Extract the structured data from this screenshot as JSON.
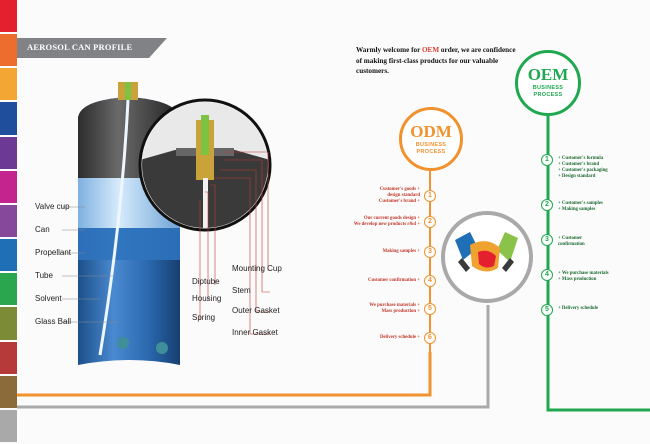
{
  "header": {
    "title": "AEROSOL CAN PROFILE"
  },
  "swatches": [
    "#e4202e",
    "#ec6d2d",
    "#f3a634",
    "#1f4e9c",
    "#6c3a95",
    "#c4248d",
    "#86489b",
    "#1f6fb6",
    "#2aa64f",
    "#7c8b35",
    "#b73a3a",
    "#8b6b3a",
    "#a9a9a9"
  ],
  "can_labels_left": [
    "Valve cup",
    "Can",
    "Propellant",
    "Tube",
    "Solvent",
    "Glass Ball"
  ],
  "can_labels_mid": [
    "Diptube",
    "Housing",
    "Spring"
  ],
  "can_labels_right": [
    "Mounting Cup",
    "Stem",
    "Outer Gasket",
    "Inner Gasket"
  ],
  "welcome": {
    "pre": "Warmly welcome for ",
    "highlight": "OEM",
    "post": " order, we are confidence of making first-class products for our valuable customers."
  },
  "odm": {
    "title": "ODM",
    "subtitle1": "BUSINESS",
    "subtitle2": "PROCESS",
    "color": "#f0922e",
    "steps": [
      {
        "num": "1",
        "lines": [
          "Customer's goods +",
          "design standard",
          "Customer's brand +"
        ]
      },
      {
        "num": "2",
        "lines": [
          "Our current goods design +",
          "We develop new products r&d +"
        ]
      },
      {
        "num": "3",
        "lines": [
          "Making samples +"
        ]
      },
      {
        "num": "4",
        "lines": [
          "Customer confirmation +"
        ]
      },
      {
        "num": "5",
        "lines": [
          "We purchase materials +",
          "Mass production +"
        ]
      },
      {
        "num": "6",
        "lines": [
          "Delivery schedule +"
        ]
      }
    ]
  },
  "oem": {
    "title": "OEM",
    "subtitle1": "BUSINESS",
    "subtitle2": "PROCESS",
    "color": "#1fa84f",
    "steps": [
      {
        "num": "1",
        "lines": [
          "+ Customer's formula",
          "+ Customer's brand",
          "+ Customer's packaging",
          "+ Design standard"
        ]
      },
      {
        "num": "2",
        "lines": [
          "+ Customer's samples",
          "+ Making samples"
        ]
      },
      {
        "num": "3",
        "lines": [
          "+ Customer",
          "confirmation"
        ]
      },
      {
        "num": "4",
        "lines": [
          "+ We purchase materials",
          "+ Mass production"
        ]
      },
      {
        "num": "5",
        "lines": [
          "+ Delivery schedule"
        ]
      }
    ]
  }
}
